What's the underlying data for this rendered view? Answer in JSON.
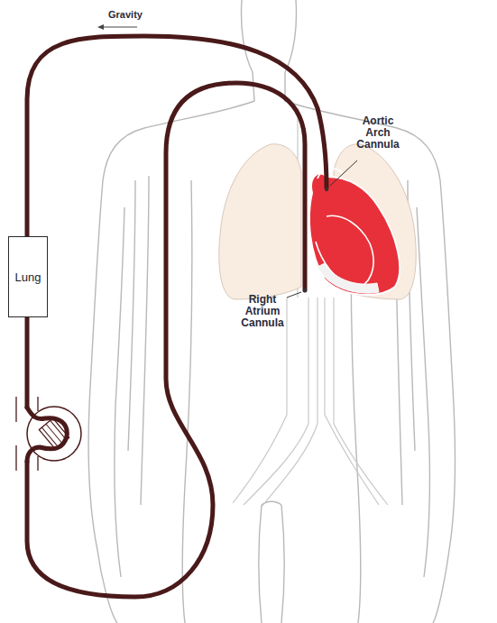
{
  "diagram": {
    "nodes": [
      {
        "text": [
          "Lung"
        ]
      }
    ],
    "labels": [
      "Gravity",
      "Aortic Arch Cannula",
      "Right Atrium Cannula"
    ]
  }
}
